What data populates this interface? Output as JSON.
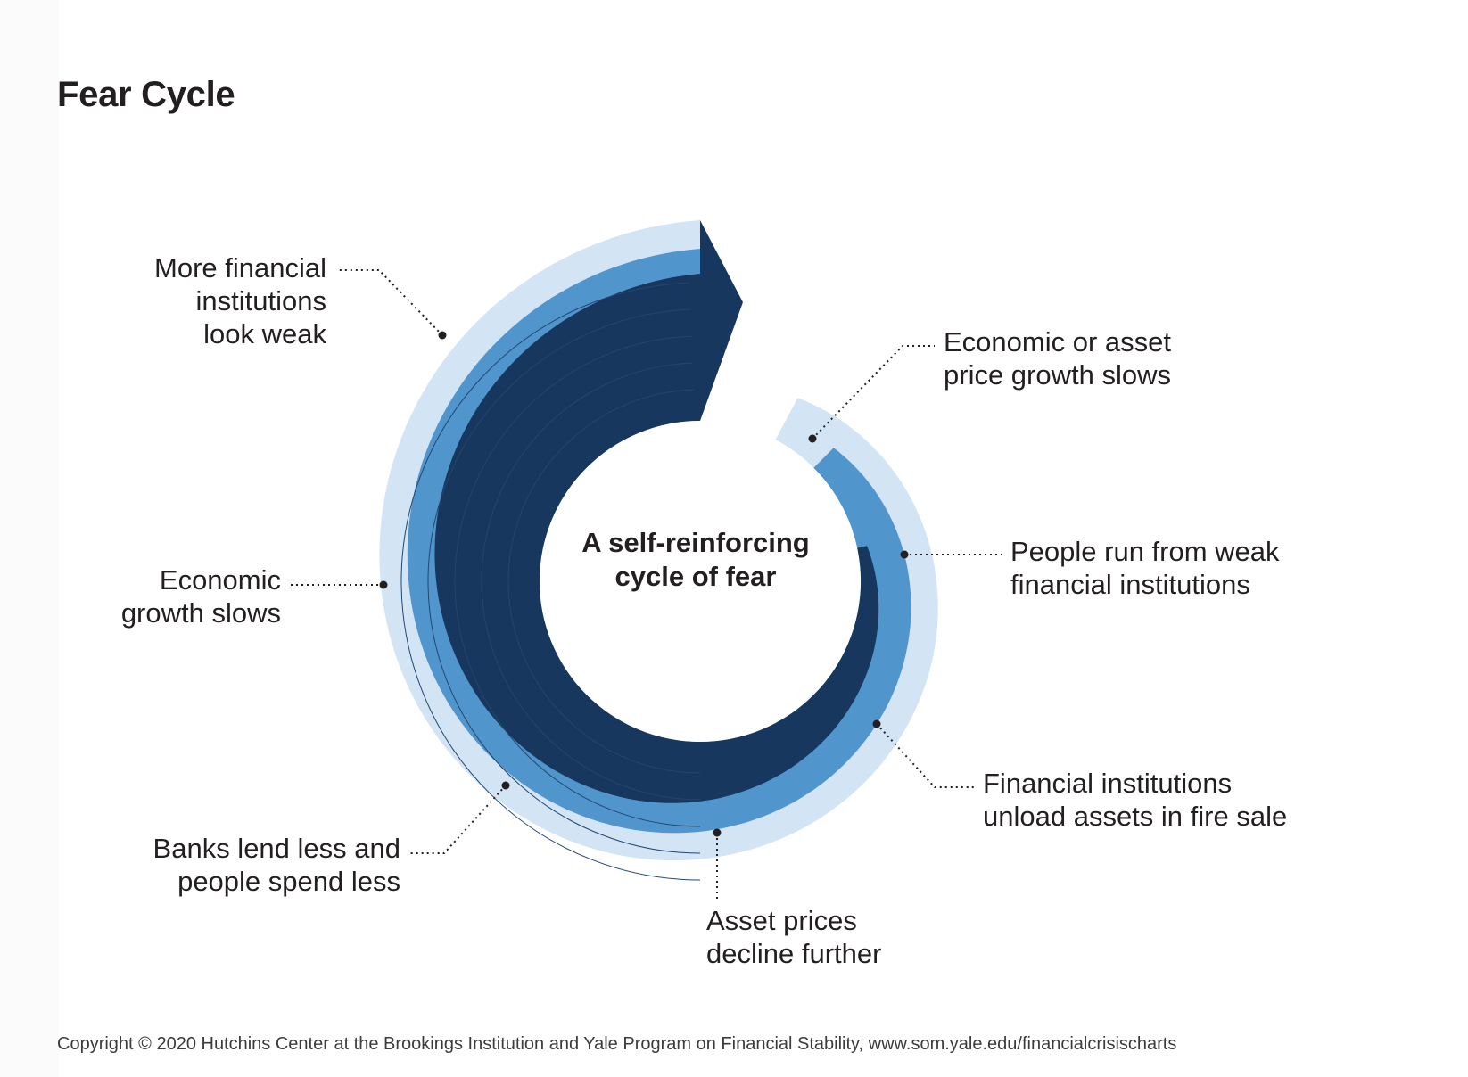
{
  "title": "Fear Cycle",
  "center_label": [
    "A self-reinforcing",
    "cycle of fear"
  ],
  "stages": [
    {
      "id": "growth-slows-asset",
      "lines": [
        "Economic or asset",
        "price growth slows"
      ]
    },
    {
      "id": "run-from-weak",
      "lines": [
        "People run from weak",
        "financial institutions"
      ]
    },
    {
      "id": "fire-sale",
      "lines": [
        "Financial institutions",
        "unload assets in fire sale"
      ]
    },
    {
      "id": "asset-prices-decline",
      "lines": [
        "Asset prices",
        "decline further"
      ]
    },
    {
      "id": "banks-lend-less",
      "lines": [
        "Banks lend less and",
        "people spend less"
      ]
    },
    {
      "id": "economic-growth-slows",
      "lines": [
        "Economic",
        "growth slows"
      ]
    },
    {
      "id": "more-weak",
      "lines": [
        "More financial",
        "institutions",
        "look weak"
      ]
    }
  ],
  "colors": {
    "light": "#d3e4f5",
    "medium": "#5195cd",
    "dark": "#17375f",
    "text": "#231f20"
  },
  "footer": "Copyright © 2020 Hutchins Center at the Brookings Institution and Yale Program on Financial Stability, www.som.yale.edu/financialcrisischarts"
}
